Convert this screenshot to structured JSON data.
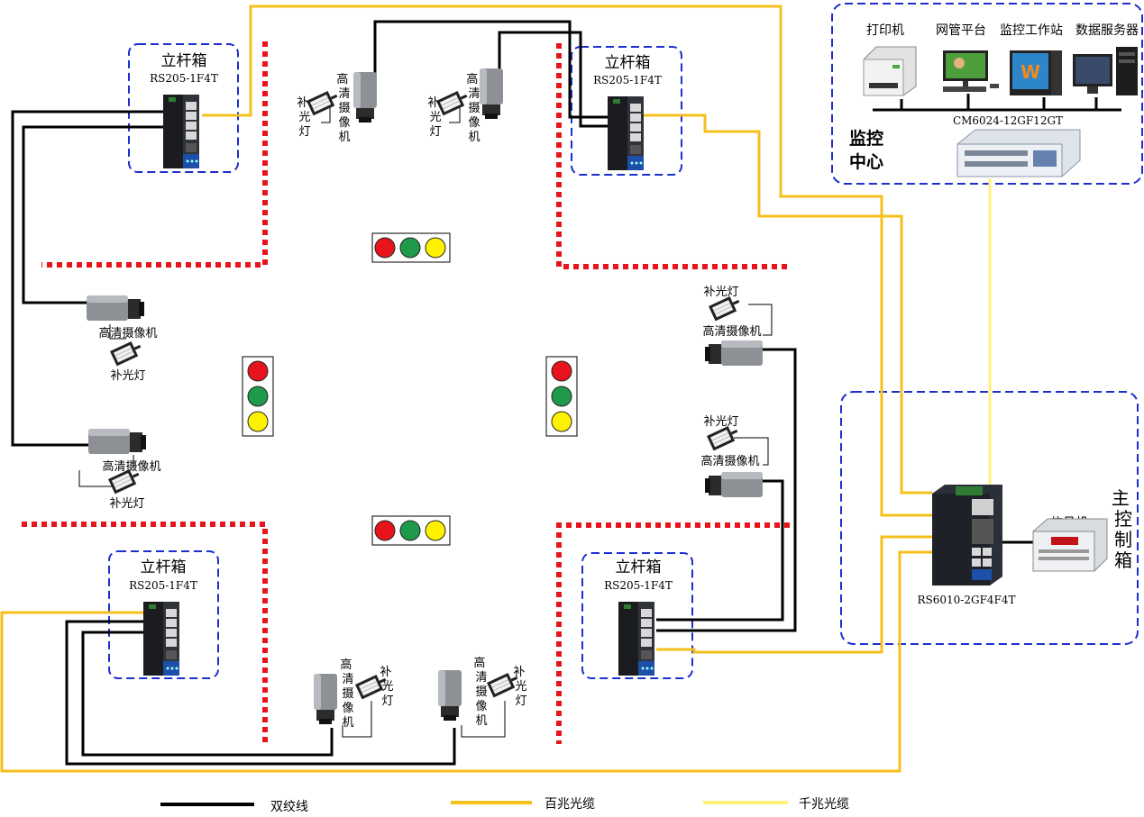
{
  "pole_box_label": "立杆箱",
  "pole_switch_model": "RS205-1F4T",
  "camera_label": "高清摄像机",
  "light_label": "补光灯",
  "monitor_center": {
    "title_line1": "监控",
    "title_line2": "中心",
    "devices": [
      "打印机",
      "网管平台",
      "监控工作站",
      "数据服务器"
    ],
    "switch_model": "CM6024-12GF12GT"
  },
  "main_cabinet": {
    "title": "主控制箱",
    "switch_model": "RS6010-2GF4F4T",
    "signal_label": "信号机"
  },
  "legend": [
    {
      "label": "双绞线",
      "color": "#000000"
    },
    {
      "label": "百兆光缆",
      "color": "#f5c01c"
    },
    {
      "label": "千兆光缆",
      "color": "#fff27a"
    }
  ],
  "colors": {
    "fast_fiber": "#f5c01c",
    "gig_fiber": "#fff27a",
    "twisted_pair": "#000000",
    "dashed_box": "#1c2fcf",
    "road_boundary": "#e8141c",
    "signal_red": "#e8141c",
    "signal_green": "#1f9a4a",
    "signal_yellow": "#fff200"
  }
}
